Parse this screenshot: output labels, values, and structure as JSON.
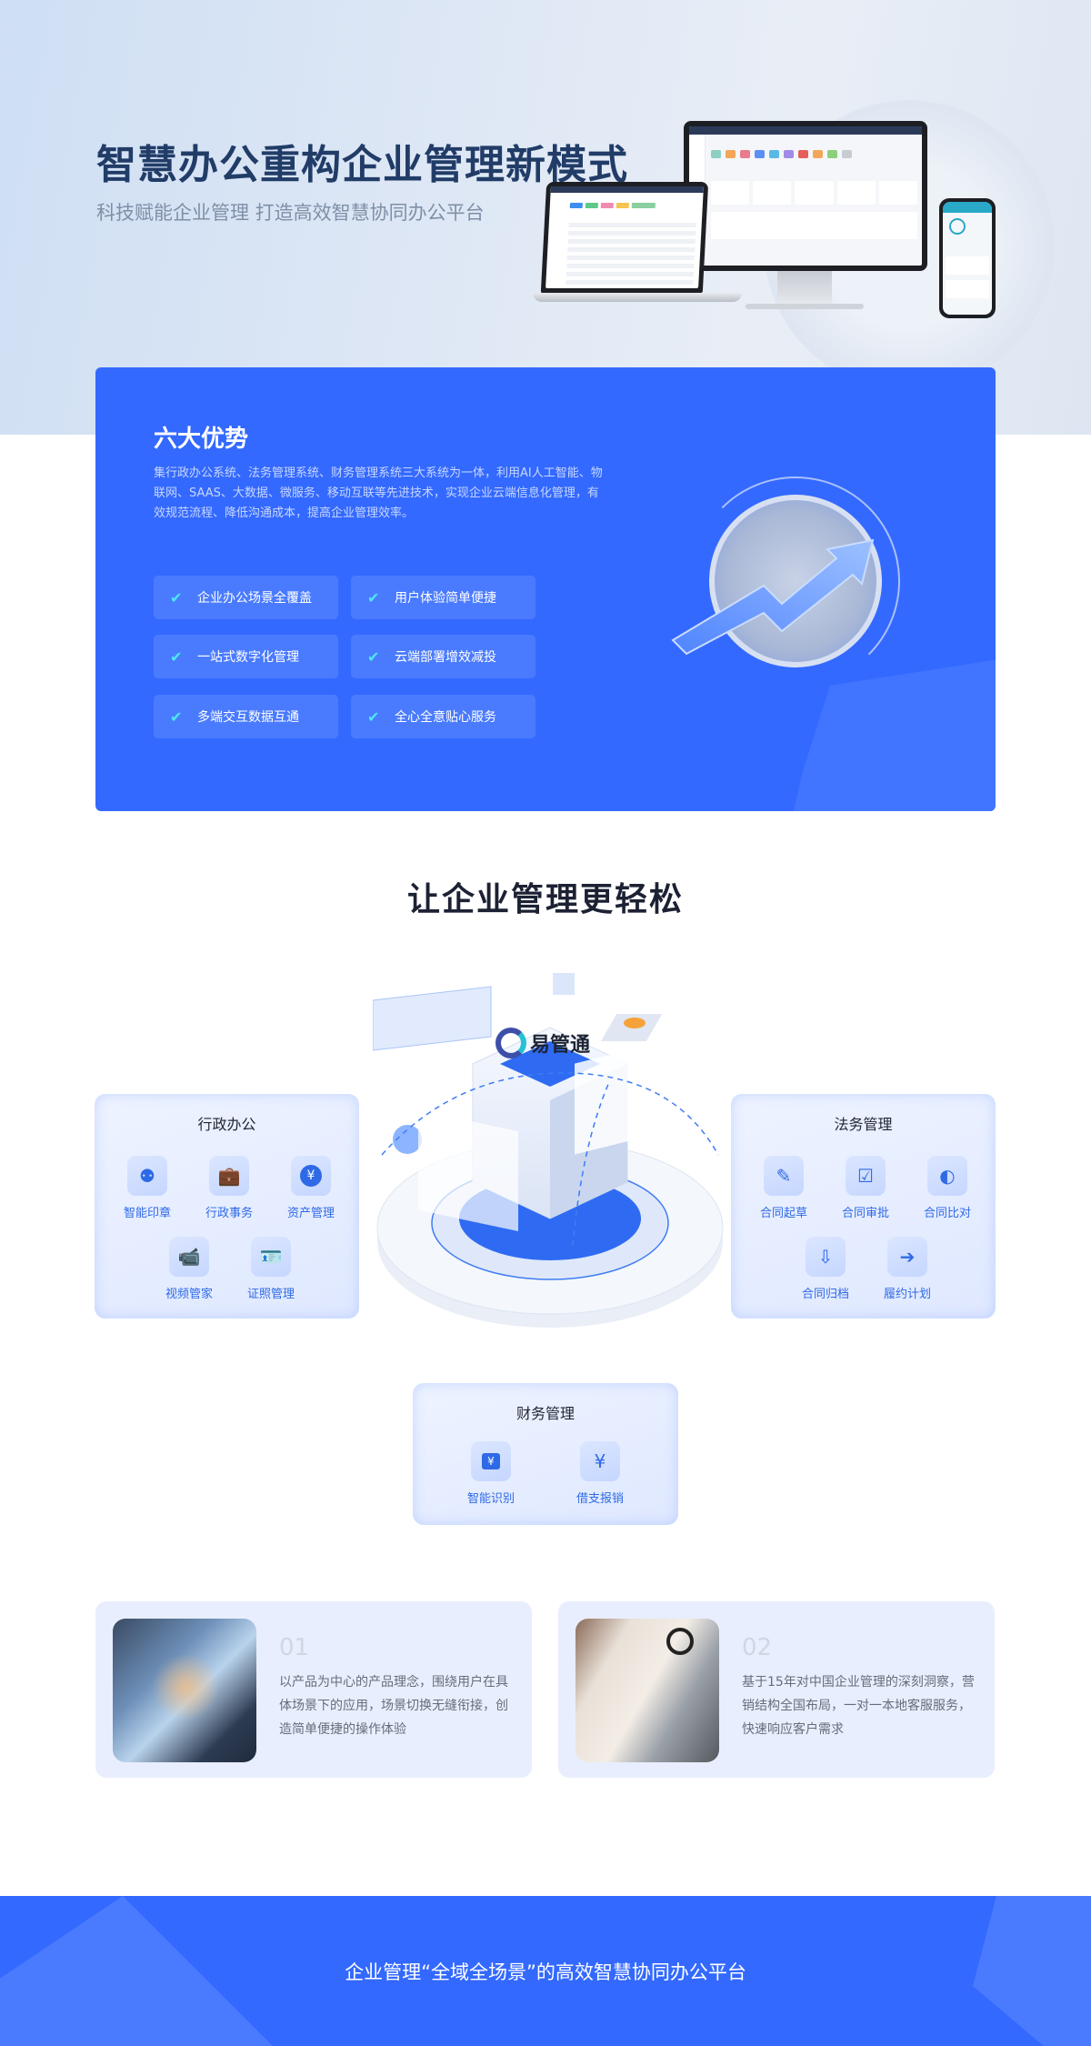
{
  "hero": {
    "title": "智慧办公重构企业管理新模式",
    "subtitle": "科技赋能企业管理 打造高效智慧协同办公平台",
    "devices": [
      "desktop-dashboard-mockup",
      "laptop-mockup",
      "phone-mockup"
    ]
  },
  "advantages": {
    "title": "六大优势",
    "description": "集行政办公系统、法务管理系统、财务管理系统三大系统为一体，利用AI人工智能、物联网、SAAS、大数据、微服务、移动互联等先进技术，实现企业云端信息化管理，有效规范流程、降低沟通成本，提高企业管理效率。",
    "check_icon": "✔",
    "items": [
      {
        "label": "企业办公场景全覆盖"
      },
      {
        "label": "用户体验简单便捷"
      },
      {
        "label": "一站式数字化管理"
      },
      {
        "label": "云端部署增效减投"
      },
      {
        "label": "多端交互数据互通"
      },
      {
        "label": "全心全意贴心服务"
      }
    ],
    "colors": {
      "background": "#3369ff",
      "pill": "#4a7bff",
      "check": "#4ee7f1"
    }
  },
  "modules": {
    "title": "让企业管理更轻松",
    "logo_text": "易管通",
    "admin": {
      "title": "行政办公",
      "items": [
        {
          "label": "智能印章",
          "icon": "stamp-icon"
        },
        {
          "label": "行政事务",
          "icon": "briefcase-icon"
        },
        {
          "label": "资产管理",
          "icon": "yen-coin-icon"
        },
        {
          "label": "视频管家",
          "icon": "camera-icon"
        },
        {
          "label": "证照管理",
          "icon": "id-card-icon"
        }
      ]
    },
    "legal": {
      "title": "法务管理",
      "items": [
        {
          "label": "合同起草",
          "icon": "edit-document-icon"
        },
        {
          "label": "合同审批",
          "icon": "approve-document-icon"
        },
        {
          "label": "合同比对",
          "icon": "half-circle-icon"
        },
        {
          "label": "合同归档",
          "icon": "archive-icon"
        },
        {
          "label": "履约计划",
          "icon": "file-arrow-icon"
        }
      ]
    },
    "finance": {
      "title": "财务管理",
      "items": [
        {
          "label": "智能识别",
          "icon": "yen-scan-icon"
        },
        {
          "label": "借支报销",
          "icon": "yen-hand-icon"
        }
      ]
    }
  },
  "features": [
    {
      "number": "01",
      "text": "以产品为中心的产品理念，围绕用户在具体场景下的应用，场景切换无缝衔接，创造简单便捷的操作体验",
      "image": "hands-on-keyboard-photo"
    },
    {
      "number": "02",
      "text": "基于15年对中国企业管理的深刻洞察，营销结构全国布局，一对一本地客服服务，快速响应客户需求",
      "image": "customer-service-headset-photo"
    }
  ],
  "footer": {
    "text": "企业管理“全域全场景”的高效智慧协同办公平台"
  }
}
